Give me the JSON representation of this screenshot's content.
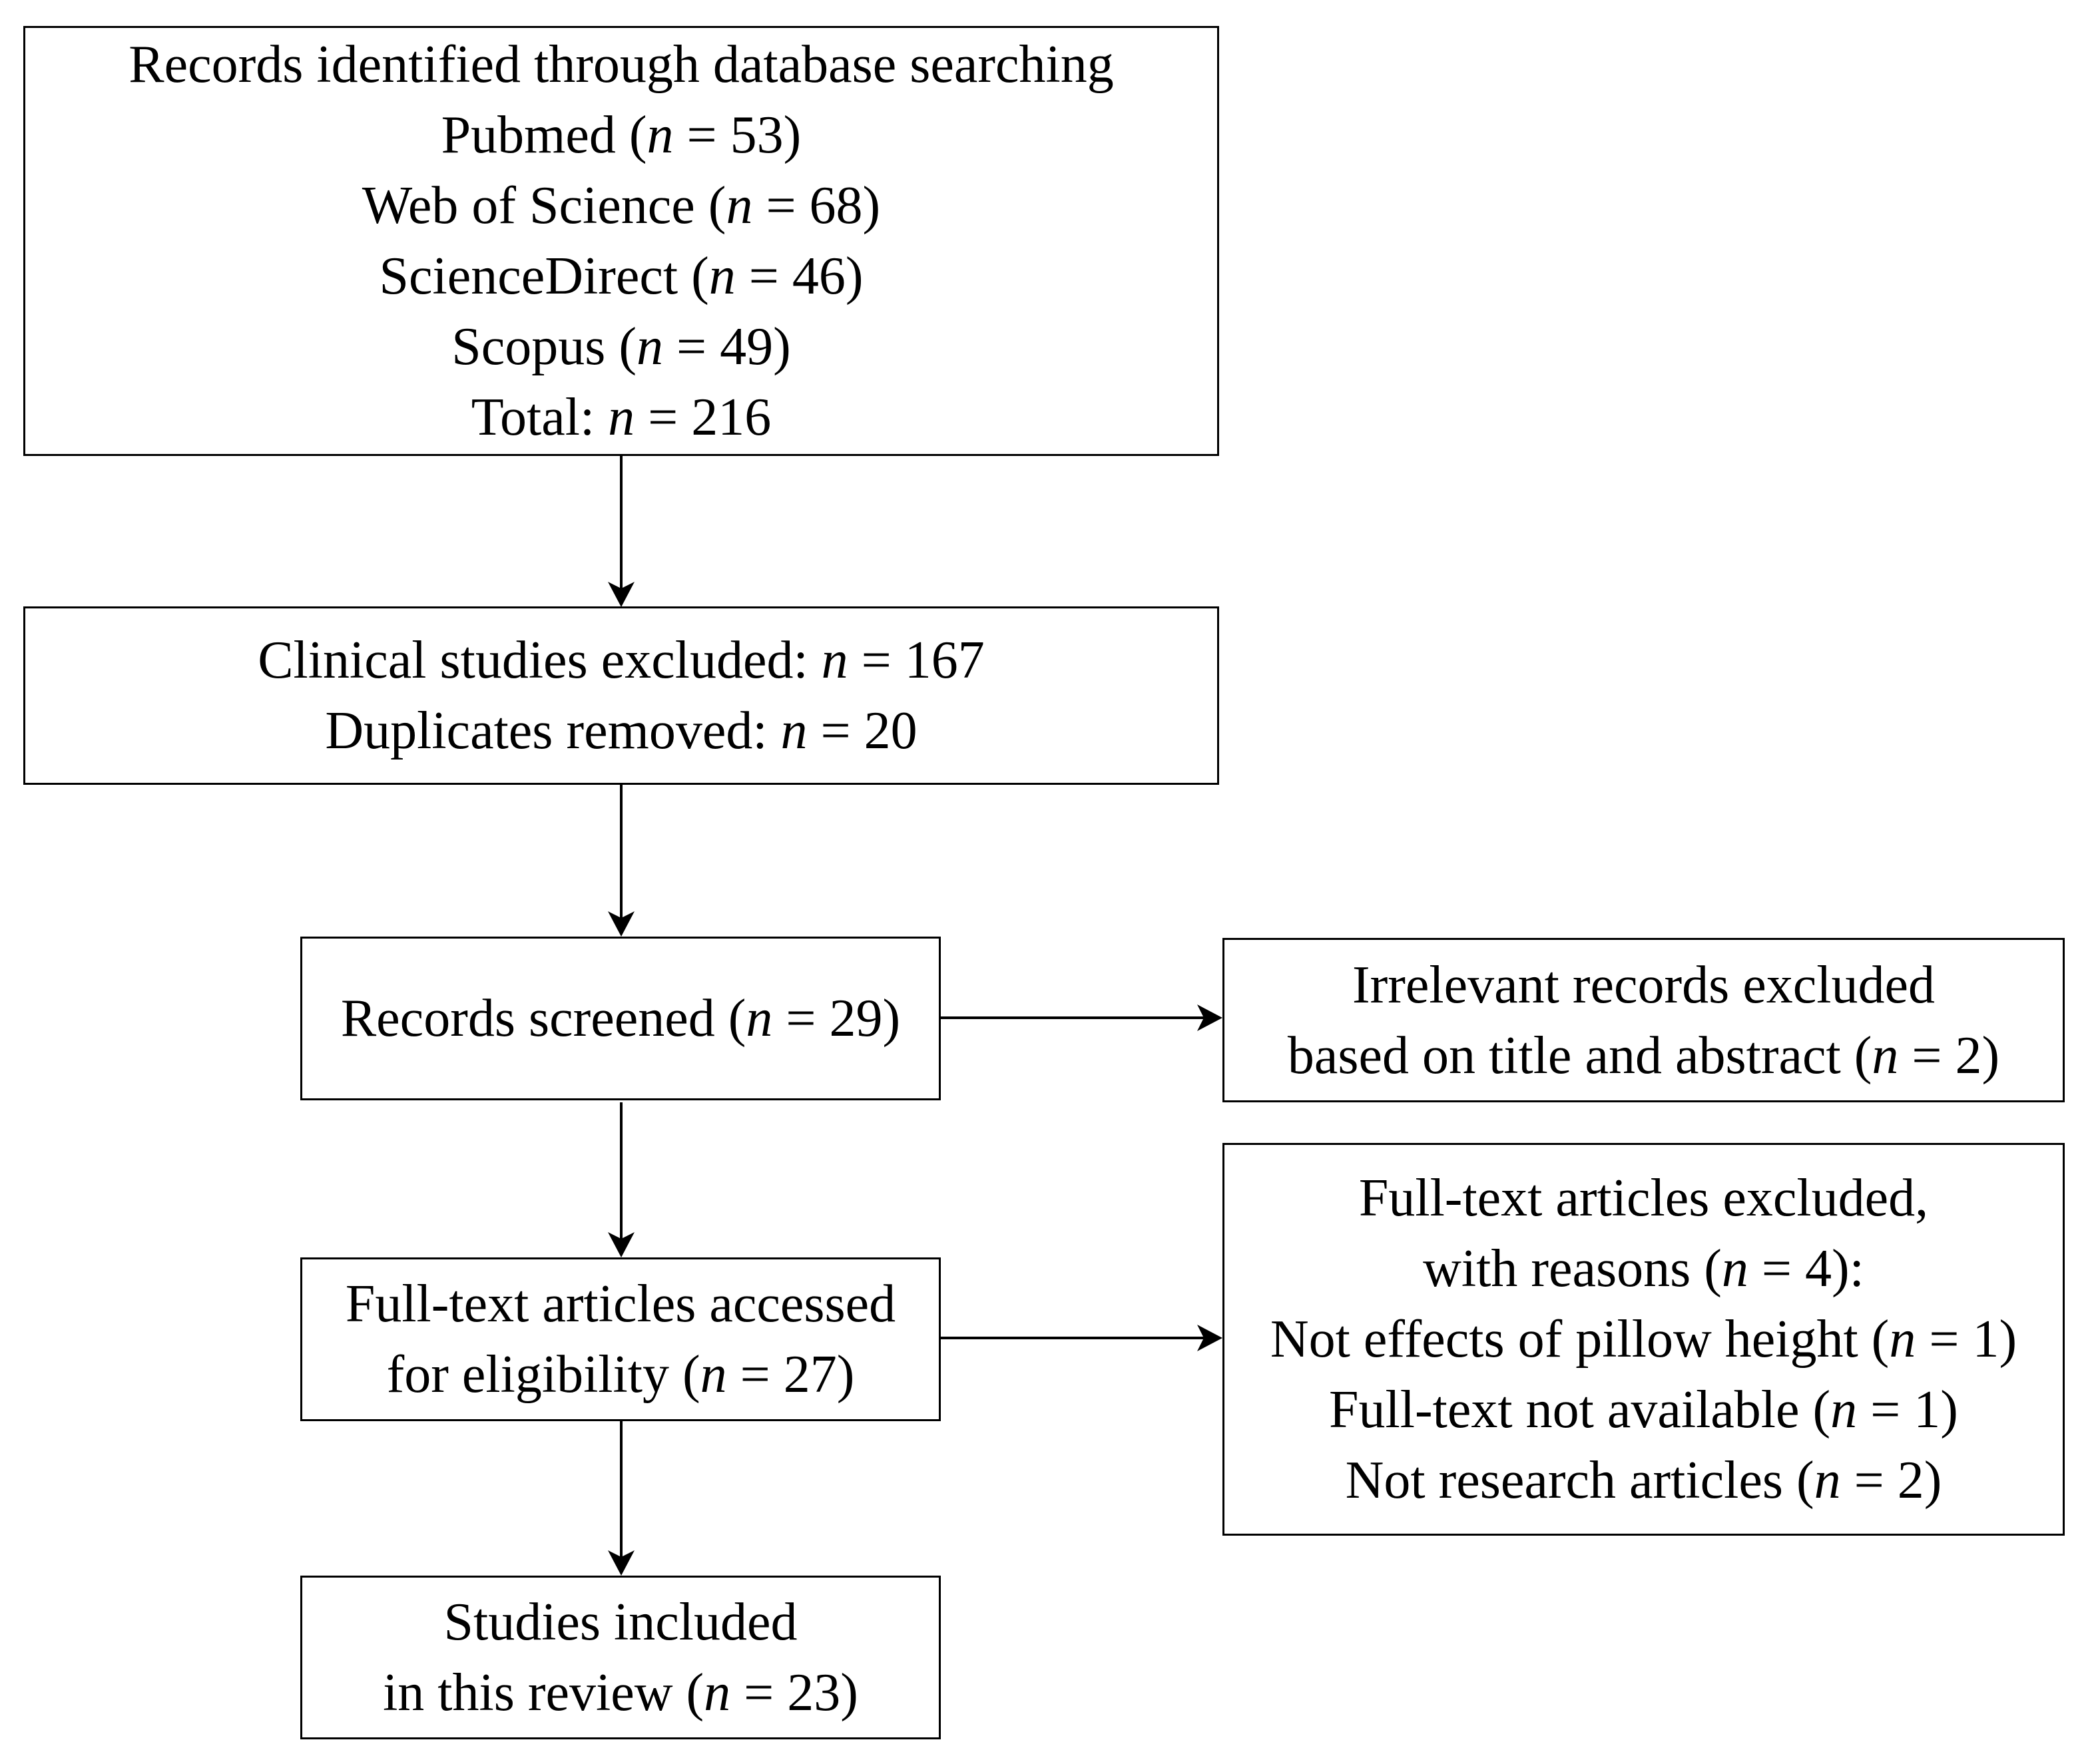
{
  "boxes": {
    "identification": {
      "lines": [
        [
          "Records identified through database searching",
          "",
          ""
        ],
        [
          "Pubmed (",
          "n",
          " = 53)"
        ],
        [
          "Web of Science (",
          "n",
          " = 68)"
        ],
        [
          "ScienceDirect (",
          "n",
          " = 46)"
        ],
        [
          "Scopus (",
          "n",
          " = 49)"
        ],
        [
          "Total: ",
          "n",
          " = 216"
        ]
      ]
    },
    "exclusion_initial": {
      "lines": [
        [
          "Clinical studies excluded: ",
          "n",
          " = 167"
        ],
        [
          "Duplicates removed: ",
          "n",
          " = 20"
        ]
      ]
    },
    "screened": {
      "lines": [
        [
          "Records screened (",
          "n",
          " = 29)"
        ]
      ]
    },
    "irrelevant": {
      "lines": [
        [
          "Irrelevant records excluded",
          "",
          ""
        ],
        [
          "based on title and abstract (",
          "n",
          " = 2)"
        ]
      ]
    },
    "fulltext": {
      "lines": [
        [
          "Full-text articles accessed",
          "",
          ""
        ],
        [
          "for eligibility (",
          "n",
          " = 27)"
        ]
      ]
    },
    "fulltext_excluded": {
      "lines": [
        [
          "Full-text articles excluded,",
          "",
          ""
        ],
        [
          "with reasons (",
          "n",
          " = 4):"
        ],
        [
          "Not effects of pillow height (",
          "n",
          " = 1)"
        ],
        [
          "Full-text not available (",
          "n",
          " = 1)"
        ],
        [
          "Not research articles (",
          "n",
          " = 2)"
        ]
      ]
    },
    "included": {
      "lines": [
        [
          "Studies included",
          "",
          ""
        ],
        [
          "in this review (",
          "n",
          " = 23)"
        ]
      ]
    }
  },
  "colors": {
    "stroke": "#000000",
    "background": "#ffffff"
  }
}
